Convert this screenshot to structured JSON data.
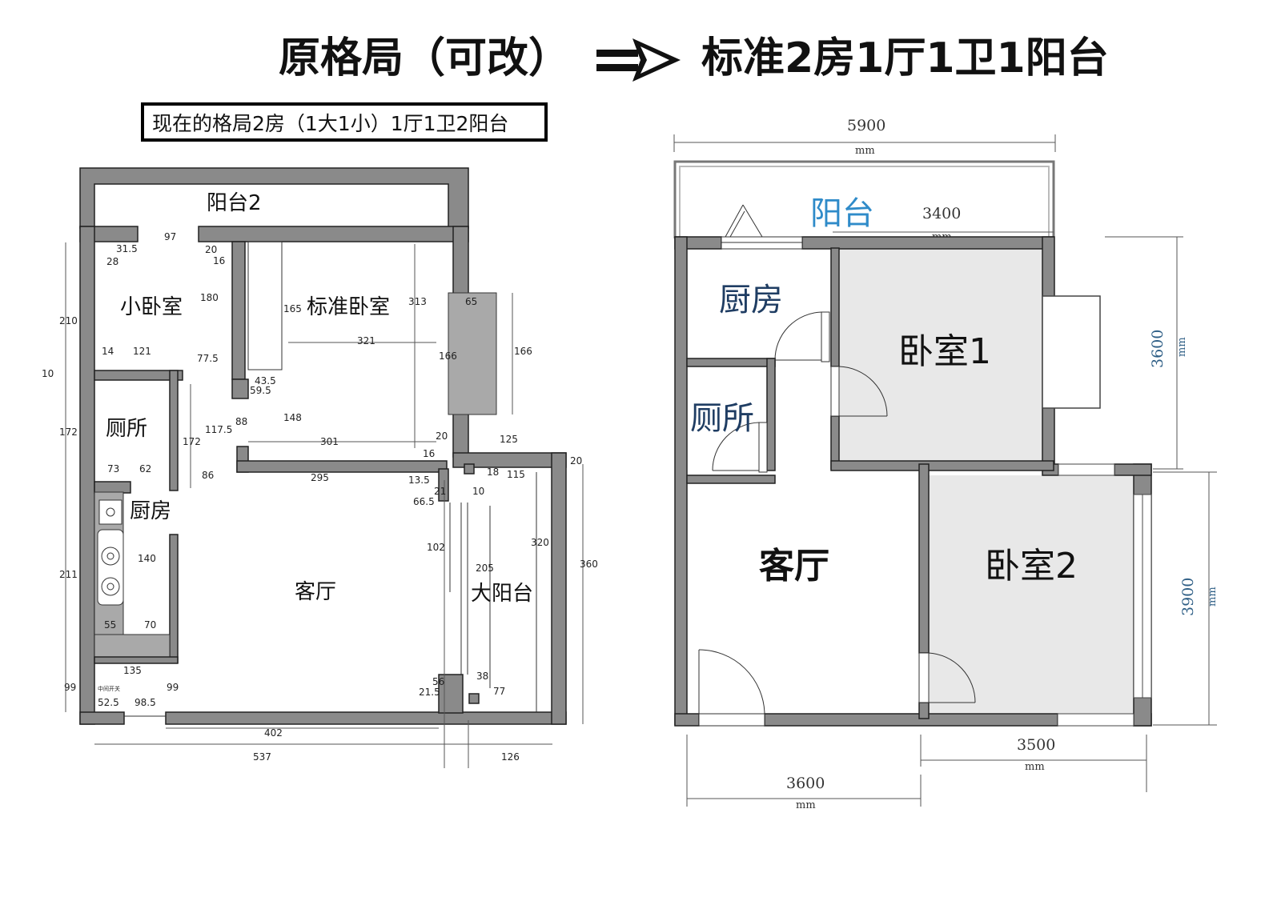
{
  "title": {
    "left": "原格局（可改）",
    "right": "标准2房1厅1卫1阳台"
  },
  "subtitle": "现在的格局2房（1大1小）1厅1卫2阳台",
  "colors": {
    "wall": "#8a8a8a",
    "room_fill": "#e8e8e8",
    "blue_text": "#2f8bc9",
    "dim_blue": "#2f5f86"
  },
  "icons": [
    "arrow-right-icon",
    "sink-icon",
    "stove-icon",
    "door-swing-icon"
  ],
  "left_plan": {
    "rooms": {
      "balcony2": "阳台2",
      "small_bedroom": "小卧室",
      "std_bedroom": "标准卧室",
      "toilet": "厕所",
      "kitchen": "厨房",
      "living": "客厅",
      "big_balcony": "大阳台"
    },
    "switch_label": "中间开关",
    "dims": {
      "d97": "97",
      "d31_5": "31.5",
      "d28": "28",
      "d20a": "20",
      "d16a": "16",
      "d180": "180",
      "d165": "165",
      "d313": "313",
      "d65": "65",
      "d166a": "166",
      "d166b": "166",
      "d321": "321",
      "d14": "14",
      "d121": "121",
      "d77_5": "77.5",
      "d43_5": "43.5",
      "d59_5": "59.5",
      "d210": "210",
      "d10": "10",
      "d172a": "172",
      "d172b": "172",
      "d117_5": "117.5",
      "d88": "88",
      "d148": "148",
      "d301": "301",
      "d20b": "20",
      "d16b": "16",
      "d125": "125",
      "d20c": "20",
      "d73": "73",
      "d62": "62",
      "d86": "86",
      "d295": "295",
      "d13_5": "13.5",
      "d18": "18",
      "d115": "115",
      "d21": "21",
      "d10b": "10",
      "d66_5": "66.5",
      "d140": "140",
      "d102": "102",
      "d211": "211",
      "d320": "320",
      "d205": "205",
      "d360": "360",
      "d55": "55",
      "d70": "70",
      "d135": "135",
      "d99a": "99",
      "d99b": "99",
      "d56": "56",
      "d38": "38",
      "d21_5": "21.5",
      "d77": "77",
      "d52_5": "52.5",
      "d98_5": "98.5",
      "d402": "402",
      "d537": "537",
      "d126": "126"
    }
  },
  "right_plan": {
    "rooms": {
      "balcony": "阳台",
      "kitchen": "厨房",
      "bedroom1": "卧室1",
      "toilet": "厕所",
      "living": "客厅",
      "bedroom2": "卧室2"
    },
    "dims": {
      "top_total": "5900",
      "balcony_width": "3400",
      "right_upper": "3600",
      "right_lower": "3900",
      "bottom_right": "3500",
      "bottom_left": "3600",
      "unit": "mm"
    }
  }
}
